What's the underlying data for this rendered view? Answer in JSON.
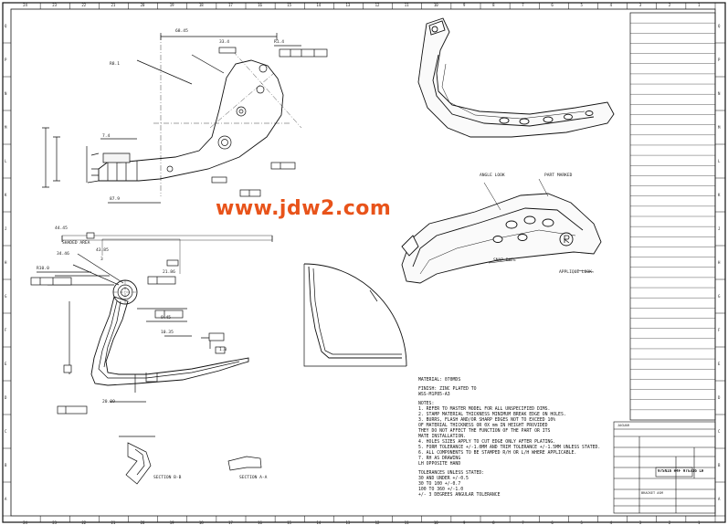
{
  "watermark": "www.jdw2.com",
  "border": {
    "top_numbers": [
      "24",
      "23",
      "22",
      "21",
      "20",
      "19",
      "18",
      "17",
      "16",
      "15",
      "14",
      "13",
      "12",
      "11",
      "10",
      "9",
      "8",
      "7",
      "6",
      "5",
      "4",
      "3",
      "2",
      "1"
    ],
    "side_letters": [
      "Q",
      "P",
      "N",
      "M",
      "L",
      "K",
      "J",
      "H",
      "G",
      "F",
      "E",
      "D",
      "C",
      "B",
      "A"
    ]
  },
  "views": {
    "top_view": {
      "dims": [
        "68.45",
        "33.4",
        "7.4",
        "87.9",
        "R1.4",
        "R8.1"
      ]
    },
    "front_view": {
      "dims": [
        "44.45",
        "34.46",
        "43.85",
        "3",
        "20.09",
        "1.0",
        "10.35",
        "21.86",
        "R10.0",
        "9.45"
      ],
      "shaded_label": "SHADED AREA"
    },
    "section_notes": [
      "SECTION B-B",
      "SECTION A-A"
    ]
  },
  "iso_annotations": {
    "label1": "ANGLE LOOK",
    "label2": "PART MARKED",
    "label3": "APPLIQUE LOOK",
    "label4": "SNAP DATE"
  },
  "material": "MATERIAL: 070MDS",
  "finish": [
    "FINISH: ZINC PLATED TO",
    "WSS-M1P85-A3"
  ],
  "notes_title": "NOTES:",
  "notes": [
    "1. REFER TO MASTER MODEL FOR ALL UNSPECIFIED DIMS.",
    "2. STAMP MATERIAL THICKNESS MINIMUM BREAK EDGE ON HOLES.",
    "3. BURRS, FLASH AND/OR SHARP EDGES NOT TO EXCEED 10%",
    "   OF MATERIAL THICKNESS OR 0X mm IN HEIGHT PROVIDED",
    "   THEY DO NOT AFFECT THE FUNCTION OF THE PART OR ITS",
    "   MATE INSTALLATION.",
    "4. HOLES SIZES APPLY TO CUT EDGE ONLY AFTER PLATING.",
    "5. FORM TOLERANCE +/-1.0MM AND TRIM TOLERANCE +/-1.5MM UNLESS STATED.",
    "6. ALL COMPONENTS TO BE STAMPED R/H OR L/H WHERE APPLICABLE.",
    "7. RH AS DRAWING",
    "   LH OPPOSITE HAND"
  ],
  "tolerances_title": "TOLERANCES UNLESS STATED:",
  "tolerances": [
    "30 AND UNDER +/-0.5",
    "30 TO 100 +/-0.7",
    "100 TO 360 +/-1.0",
    "+/- 3 DEGREES ANGULAR TOLERANCE"
  ],
  "title_block": {
    "part_no": "97SN16 H4F 975316 LH",
    "title": "BRACKET ASM",
    "company": "JAGUAR"
  }
}
